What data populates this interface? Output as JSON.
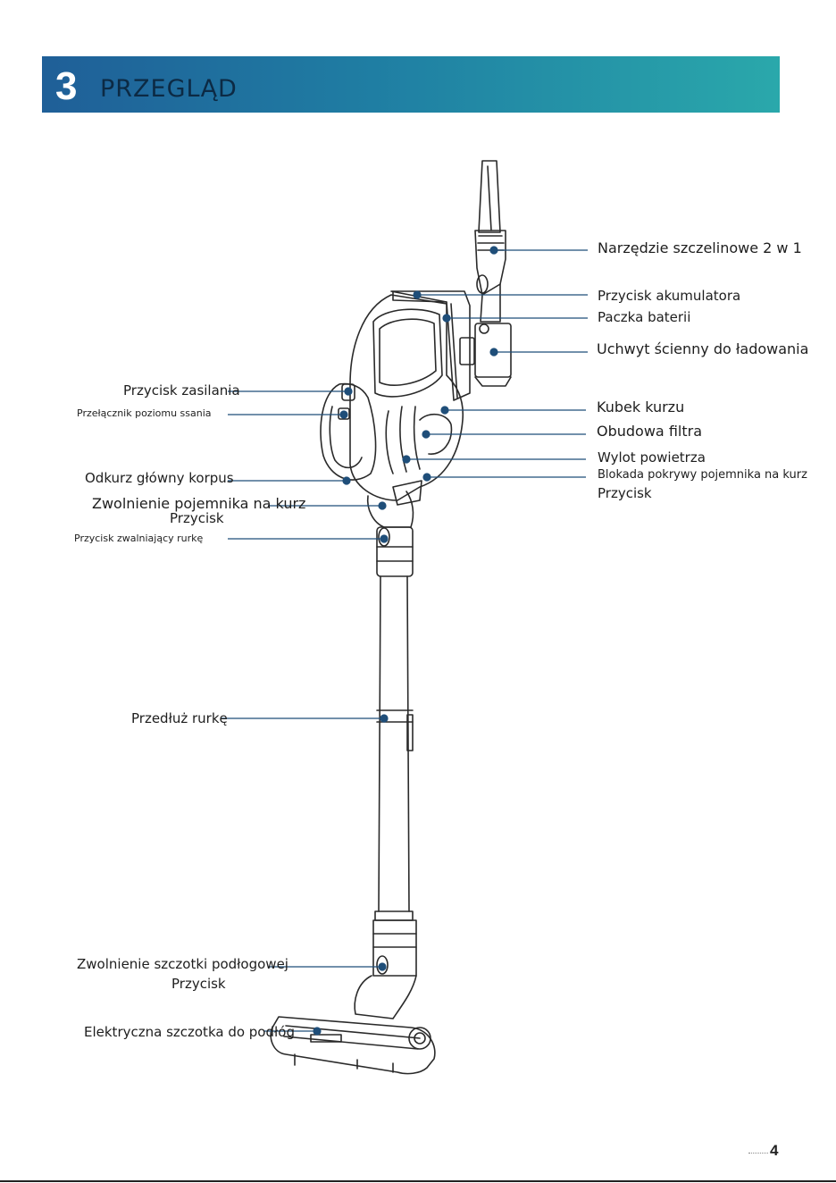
{
  "header": {
    "number": "3",
    "title": "PRZEGLĄD"
  },
  "labels": {
    "crevice_tool": "Narzędzie szczelinowe 2 w 1",
    "battery_button": "Przycisk akumulatora",
    "battery_pack": "Paczka baterii",
    "wall_mount": "Uchwyt ścienny do ładowania",
    "power_button": "Przycisk zasilania",
    "suction_switch": "Przełącznik poziomu ssania",
    "dust_cup": "Kubek kurzu",
    "filter_housing": "Obudowa filtra",
    "air_outlet": "Wylot powietrza",
    "cover_lock_line1": "Blokada pokrywy pojemnika na kurz",
    "cover_lock_line2": "Przycisk",
    "main_body": "Odkurz główny korpus",
    "bin_release_line1": "Zwolnienie pojemnika na kurz",
    "bin_release_line2": "Przycisk",
    "tube_release": "Przycisk zwalniający rurkę",
    "extension_tube": "Przedłuż rurkę",
    "brush_release_line1": "Zwolnienie szczotki podłogowej",
    "brush_release_line2": "Przycisk",
    "floor_brush": "Elektryczna szczotka do podłóg"
  },
  "page": {
    "number": "4"
  },
  "colors": {
    "header_start": "#1f5f98",
    "header_end": "#2aa8ab",
    "leader": "#1f4e79"
  }
}
